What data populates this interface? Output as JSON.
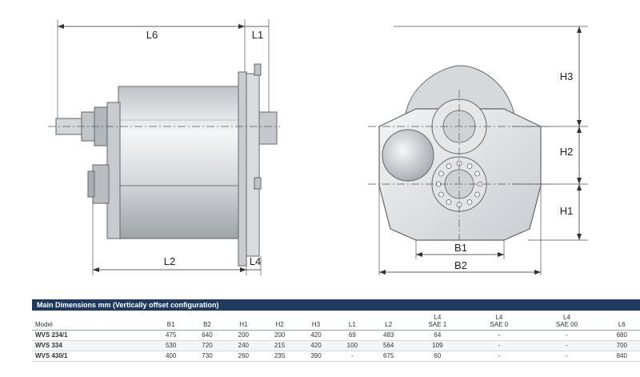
{
  "drawing": {
    "side_view_labels": {
      "L6": "L6",
      "L1": "L1",
      "L2": "L2",
      "L4": "L4"
    },
    "front_view_labels": {
      "H3": "H3",
      "H2": "H2",
      "H1": "H1",
      "B1": "B1",
      "B2": "B2"
    }
  },
  "table": {
    "title": "Main Dimensions mm (Vertically offset configuration)",
    "headers": [
      "Model",
      "B1",
      "B2",
      "H1",
      "H2",
      "H3",
      "L1",
      "L2",
      "L4\nSAE 1",
      "L4\nSAE 0",
      "L4\nSAE 00",
      "L6"
    ],
    "rows": [
      [
        "WVS 234/1",
        "475",
        "640",
        "200",
        "200",
        "420",
        "69",
        "483",
        "64",
        "-",
        "-",
        "680"
      ],
      [
        "WVS 334",
        "530",
        "720",
        "240",
        "215",
        "420",
        "100",
        "564",
        "109",
        "-",
        "-",
        "700"
      ],
      [
        "WVS 430/1",
        "400",
        "730",
        "260",
        "235",
        "390",
        "-",
        "675",
        "60",
        "-",
        "-",
        "840"
      ]
    ]
  }
}
